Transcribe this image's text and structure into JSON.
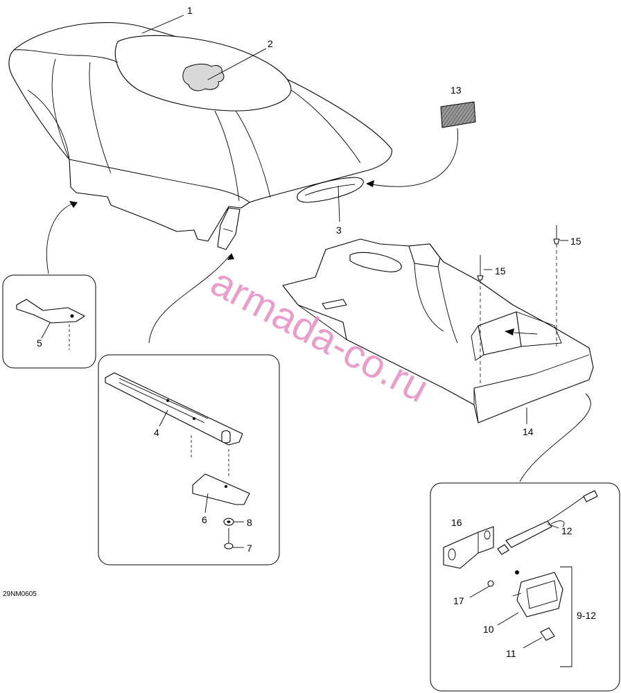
{
  "diagram_code": "29NM0605",
  "watermark": "armada-co.ru",
  "callouts": {
    "c1": "1",
    "c2": "2",
    "c3": "3",
    "c4": "4",
    "c5": "5",
    "c6": "6",
    "c7": "7",
    "c8": "8",
    "c9_12": "9-12",
    "c10": "10",
    "c11": "11",
    "c12": "12",
    "c13": "13",
    "c14": "14",
    "c15a": "15",
    "c15b": "15",
    "c16": "16",
    "c17": "17"
  },
  "colors": {
    "line": "#000000",
    "watermark": "#e58ec0",
    "decal": "#6b6b6b"
  }
}
